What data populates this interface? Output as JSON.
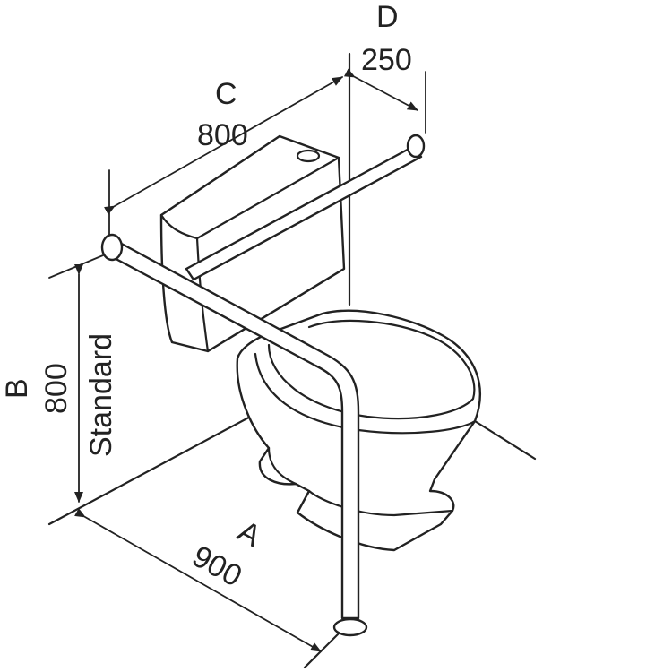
{
  "diagram": {
    "labels": {
      "a_letter": "A",
      "a_value": "900",
      "b_letter": "B",
      "b_value": "800",
      "b_note": "Standard",
      "c_letter": "C",
      "c_value": "800",
      "d_letter": "D",
      "d_value": "250"
    },
    "colors": {
      "line": "#222222",
      "background": "#ffffff"
    }
  }
}
